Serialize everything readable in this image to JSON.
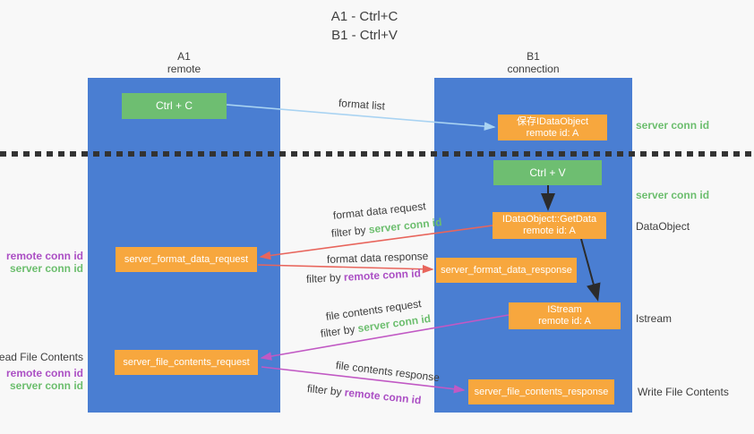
{
  "title": {
    "line1": "A1 - Ctrl+C",
    "line2": "B1 - Ctrl+V"
  },
  "lifelines": {
    "left": {
      "id": "A1",
      "role": "remote"
    },
    "right": {
      "id": "B1",
      "role": "connection"
    }
  },
  "nodes": {
    "ctrl_c": {
      "label": "Ctrl + C"
    },
    "save_idataobject": {
      "line1": "保存IDataObject",
      "line2": "remote id: A"
    },
    "ctrl_v": {
      "label": "Ctrl + V"
    },
    "getdata": {
      "line1": "IDataObject::GetData",
      "line2": "remote id: A"
    },
    "format_request": {
      "label": "server_format_data_request"
    },
    "format_response": {
      "label": "server_format_data_response"
    },
    "istream": {
      "line1": "IStream",
      "line2": "remote id: A"
    },
    "file_request": {
      "label": "server_file_contents_request"
    },
    "file_response": {
      "label": "server_file_contents_response"
    }
  },
  "arrow_labels": {
    "format_list": "format list",
    "format_data_request": "format data request",
    "format_data_response": "format data response",
    "file_contents_request": "file contents request",
    "file_contents_response": "file contents response",
    "filter_by": "filter by ",
    "server_conn_id": "server conn id",
    "remote_conn_id": "remote conn id"
  },
  "side_labels": {
    "right_server_conn_top": "server conn id",
    "right_server_conn_mid": "server conn id",
    "dataobject": "DataObject",
    "istream": "Istream",
    "write_file_contents": "Write File Contents",
    "left_remote_conn_top": "remote conn id",
    "left_server_conn_top": "server conn id",
    "read_file_contents": "Read File Contents",
    "left_remote_conn_bottom": "remote conn id",
    "left_server_conn_bottom": "server conn id"
  },
  "colors": {
    "lifeline_blue": "#4a7ed2",
    "node_orange": "#f7a73e",
    "node_green": "#6ebe71",
    "arrow_lightblue": "#a9d3f2",
    "arrow_red": "#e8655c",
    "arrow_magenta": "#c159c4",
    "arrow_black": "#2b2b2b",
    "text_green": "#6cbe6e",
    "text_purple": "#ab4fc4"
  }
}
